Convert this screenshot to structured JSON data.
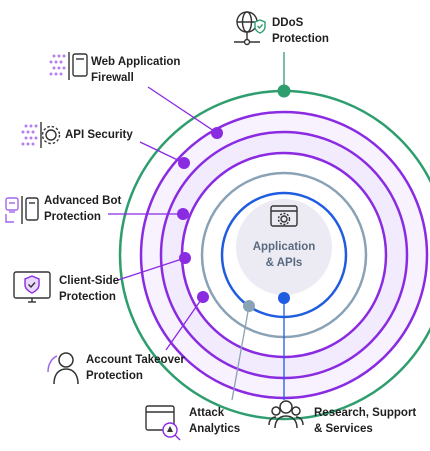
{
  "center": {
    "line1": "Application",
    "line2": "& APIs"
  },
  "items": [
    {
      "id": "ddos",
      "line1": "DDoS",
      "line2": "Protection",
      "icon": "ddos-shield-network-icon"
    },
    {
      "id": "waf",
      "line1": "Web Application",
      "line2": "Firewall",
      "icon": "firewall-icon"
    },
    {
      "id": "api",
      "line1": "API Security",
      "line2": "",
      "icon": "api-security-icon"
    },
    {
      "id": "bot",
      "line1": "Advanced Bot",
      "line2": "Protection",
      "icon": "bot-protection-icon"
    },
    {
      "id": "client",
      "line1": "Client-Side",
      "line2": "Protection",
      "icon": "client-side-shield-icon"
    },
    {
      "id": "ato",
      "line1": "Account Takeover",
      "line2": "Protection",
      "icon": "account-user-icon"
    },
    {
      "id": "analytics",
      "line1": "Attack",
      "line2": "Analytics",
      "icon": "attack-analytics-icon"
    },
    {
      "id": "support",
      "line1": "Research, Support",
      "line2": "& Services",
      "icon": "team-support-icon"
    }
  ],
  "colors": {
    "green": "#2e9e6e",
    "purple": "#8a2be2",
    "light_purple_fill": "#f4edfd",
    "steel": "#8aa2b6",
    "blue": "#1f5ce0",
    "center_text": "#5a6a7e",
    "text": "#1f1f1f"
  }
}
